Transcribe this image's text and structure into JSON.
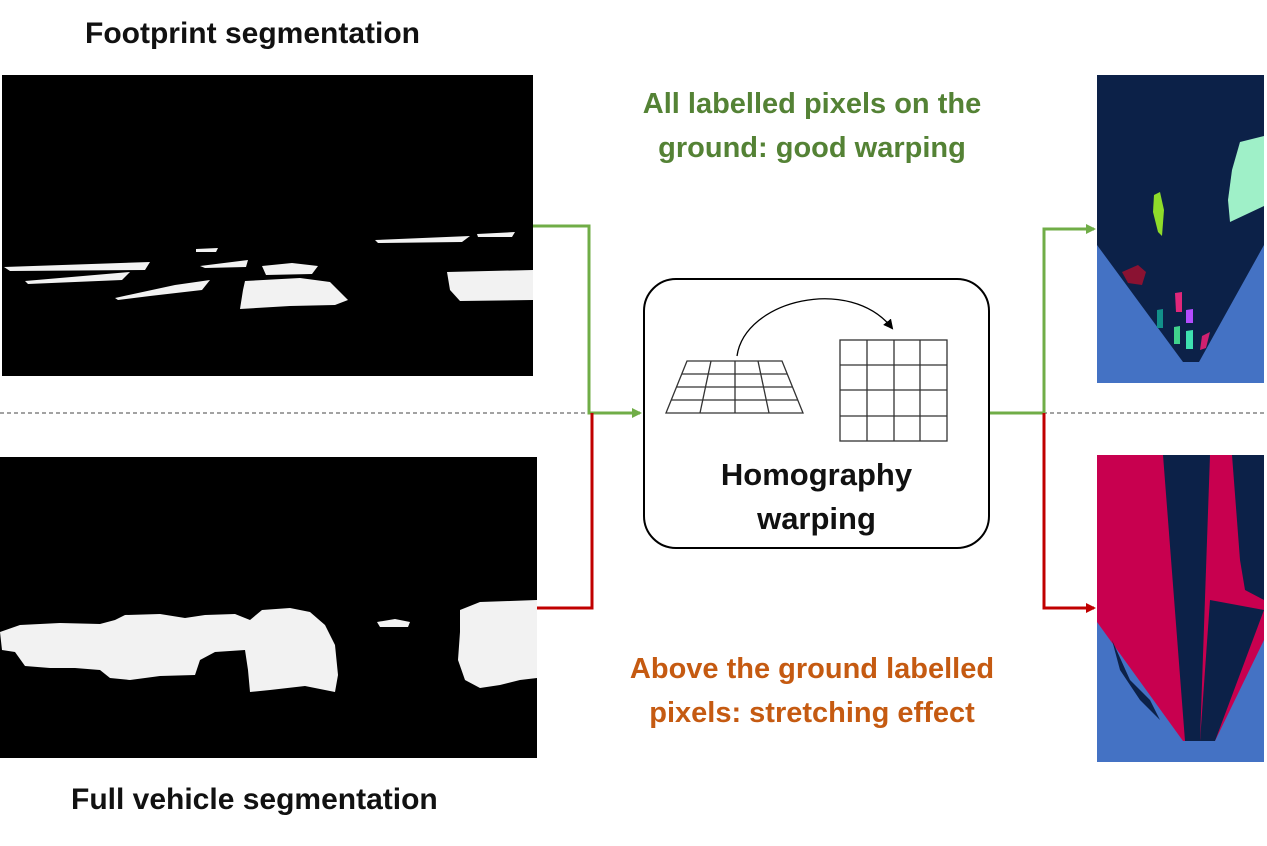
{
  "captions": {
    "footprint": "Footprint segmentation",
    "full_vehicle": "Full vehicle segmentation"
  },
  "notes": {
    "good_line1": "All labelled pixels on the",
    "good_line2": "ground: good warping",
    "bad_line1": "Above the ground labelled",
    "bad_line2": "pixels:  stretching effect"
  },
  "process": {
    "line1": "Homography",
    "line2": "warping"
  },
  "colors": {
    "good_path": "#70ad47",
    "bad_path": "#c00000",
    "good_text": "#548235",
    "bad_text": "#c55a11",
    "bev_background": "#0c2148",
    "bev_ground": "#4472c4",
    "bev_stretch": "#c8004f",
    "mask_fg": "#f2f2f2"
  }
}
